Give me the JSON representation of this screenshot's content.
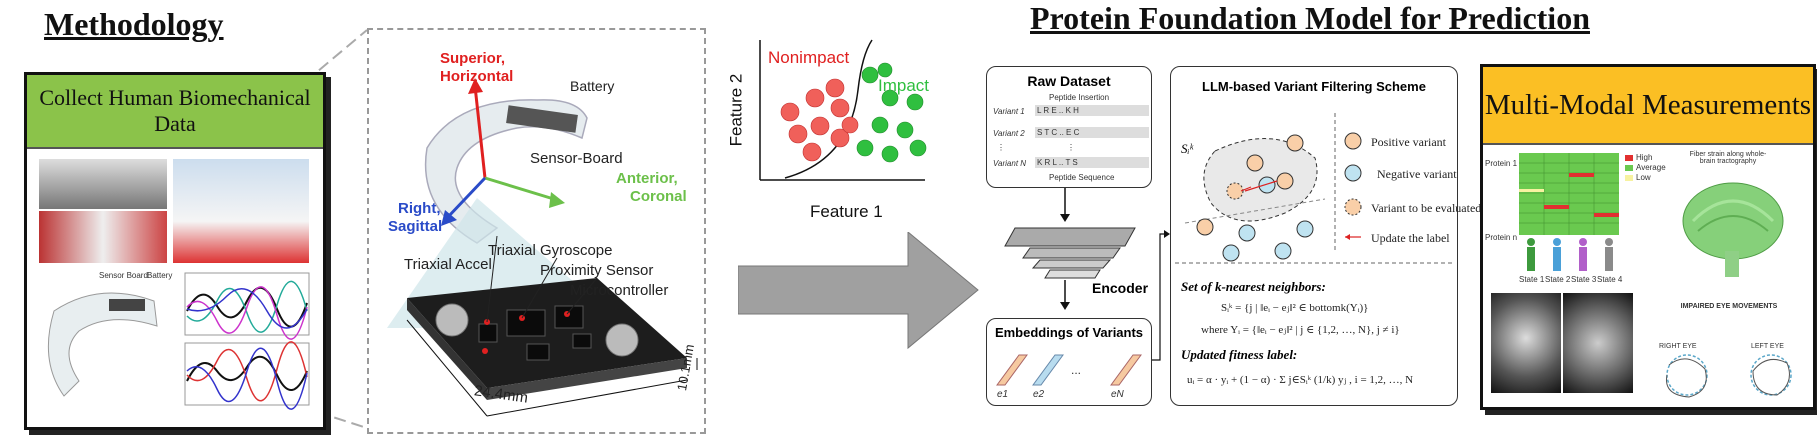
{
  "headings": {
    "methodology": "Methodology",
    "protein": "Protein Foundation Model for Prediction"
  },
  "collect_card": {
    "title": "Collect Human Biomechanical Data",
    "sensor_board": "Sensor Board",
    "battery": "Battery"
  },
  "device": {
    "superior": "Superior,",
    "horizontal": "Horizontal",
    "battery": "Battery",
    "sensor_board": "Sensor-Board",
    "anterior": "Anterior,",
    "coronal": "Coronal",
    "right": "Right,",
    "sagittal": "Sagittal",
    "triaxial_gyro": "Triaxial Gyroscope",
    "triaxial_accel": "Triaxial Accel",
    "proximity": "Proximity Sensor",
    "microcontroller": "Microcontroller",
    "width": "24.4mm",
    "height": "10.1mm"
  },
  "classifier": {
    "nonimpact": "Nonimpact",
    "impact": "Impact",
    "feature1": "Feature 1",
    "feature2": "Feature 2",
    "colors": {
      "nonimpact": "#f0605a",
      "impact": "#2fbf3f"
    }
  },
  "raw_dataset": {
    "title": "Raw Dataset",
    "peptide_insertion": "Peptide Insertion",
    "peptide_sequence": "Peptide Sequence",
    "rows": [
      {
        "label": "Variant 1",
        "seq": "L R E .. K H"
      },
      {
        "label": "Variant 2",
        "seq": "S T C .. E C"
      },
      {
        "label": "⋮",
        "seq": "⋮"
      },
      {
        "label": "Variant N",
        "seq": "K R L .. T S"
      }
    ]
  },
  "encoder": {
    "label": "Encoder"
  },
  "embeddings": {
    "title": "Embeddings of Variants",
    "items": [
      "e1",
      "e2",
      "...",
      "eN"
    ]
  },
  "llm_scheme": {
    "title": "LLM-based Variant Filtering Scheme",
    "set_label": "Sᵢᵏ",
    "legend": [
      "Positive variant",
      "Negative variant",
      "Variant to be evaluated",
      "Update the label"
    ],
    "knn_title": "Set of k-nearest neighbors:",
    "knn_eq1": "Sᵢᵏ = {j | ‖eᵢ − eⱼ‖² ∈ bottomk(Yᵢ)}",
    "knn_eq2": "where  Yᵢ = {‖eᵢ − eⱼ‖² | j ∈ {1,2, …, N}, j ≠ i}",
    "fitness_title": "Updated fitness label:",
    "fitness_eq": "uᵢ = α · yᵢ + (1 − α) · Σ j∈Sᵢᵏ (1/k) yⱼ , i = 1,2, …, N"
  },
  "multimodal": {
    "title": "Multi-Modal Measurements",
    "heat_legend": [
      "High",
      "Average",
      "Low"
    ],
    "protein1": "Protein 1",
    "proteinn": "Protein n",
    "states": [
      "State 1",
      "State 2",
      "State 3",
      "State 4"
    ],
    "fiber_caption": "Fiber strain along whole-brain tractography",
    "eye_title": "IMPAIRED EYE MOVEMENTS",
    "right_eye": "RIGHT EYE",
    "left_eye": "LEFT EYE"
  }
}
